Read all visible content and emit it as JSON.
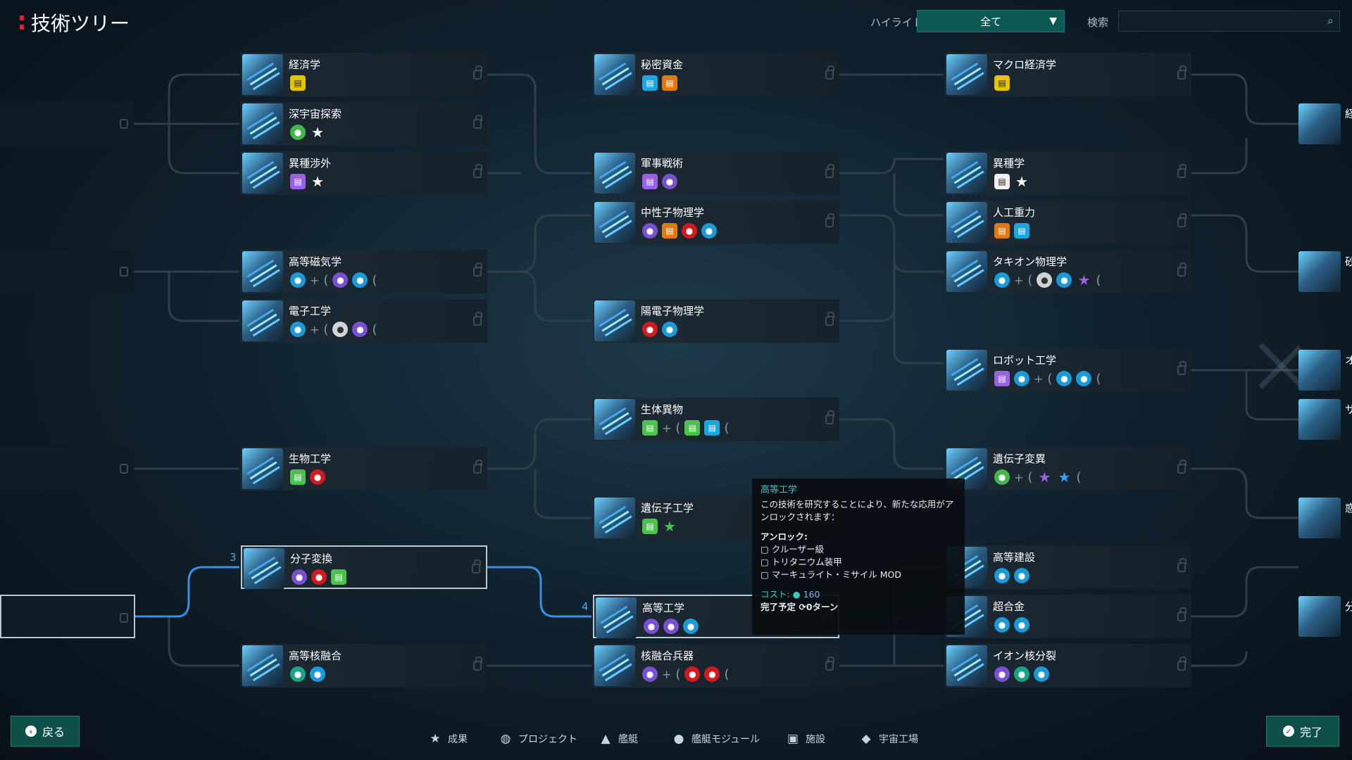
{
  "header": {
    "title": "技術ツリー",
    "highlight_label": "ハイライト",
    "highlight_value": "全て",
    "search_label": "検索",
    "search_value": ""
  },
  "nodes": [
    {
      "name": "経済学",
      "icons": [
        "sq-yellow"
      ],
      "tier": "",
      "selected": false
    },
    {
      "name": "深宇宙探索",
      "icons": [
        "c-green",
        "star"
      ],
      "tier": "",
      "selected": false
    },
    {
      "name": "異種渉外",
      "icons": [
        "sq-purple",
        "star"
      ],
      "tier": "",
      "selected": false
    },
    {
      "name": "高等磁気学",
      "icons": [
        "c-blue",
        "plus",
        "paren",
        "c-purple",
        "c-blue",
        "paren"
      ],
      "tier": "",
      "selected": false
    },
    {
      "name": "電子工学",
      "icons": [
        "c-blue",
        "plus",
        "paren",
        "c-white",
        "c-purple",
        "paren"
      ],
      "tier": "",
      "selected": false
    },
    {
      "name": "生物工学",
      "icons": [
        "sq-green",
        "c-red"
      ],
      "tier": "",
      "selected": false
    },
    {
      "name": "分子変換",
      "icons": [
        "c-purple",
        "c-red",
        "sq-green"
      ],
      "tier": "3",
      "selected": true
    },
    {
      "name": "高等核融合",
      "icons": [
        "c-teal",
        "c-blue"
      ],
      "tier": "",
      "selected": false
    },
    {
      "name": "秘密資金",
      "icons": [
        "sq-blue",
        "sq-orange"
      ],
      "tier": "",
      "selected": false
    },
    {
      "name": "軍事戦術",
      "icons": [
        "sq-purple",
        "c-purple"
      ],
      "tier": "",
      "selected": false
    },
    {
      "name": "中性子物理学",
      "icons": [
        "c-purple",
        "sq-orange",
        "c-red",
        "c-blue"
      ],
      "tier": "",
      "selected": false
    },
    {
      "name": "陽電子物理学",
      "icons": [
        "c-red",
        "c-blue"
      ],
      "tier": "",
      "selected": false
    },
    {
      "name": "生体異物",
      "icons": [
        "sq-green",
        "plus",
        "paren",
        "sq-green",
        "sq-blue",
        "paren"
      ],
      "tier": "",
      "selected": false
    },
    {
      "name": "遺伝子工学",
      "icons": [
        "sq-green",
        "star-green"
      ],
      "tier": "",
      "selected": false
    },
    {
      "name": "高等工学",
      "icons": [
        "c-purple",
        "c-purple",
        "c-blue"
      ],
      "tier": "4",
      "selected": true
    },
    {
      "name": "核融合兵器",
      "icons": [
        "c-purple",
        "plus",
        "paren",
        "c-red",
        "c-red",
        "paren"
      ],
      "tier": "",
      "selected": false
    },
    {
      "name": "マクロ経済学",
      "icons": [
        "sq-yellow"
      ],
      "tier": "",
      "selected": false
    },
    {
      "name": "異種学",
      "icons": [
        "sq-white",
        "star"
      ],
      "tier": "",
      "selected": false
    },
    {
      "name": "人工重力",
      "icons": [
        "sq-orange",
        "sq-blue"
      ],
      "tier": "",
      "selected": false
    },
    {
      "name": "タキオン物理学",
      "icons": [
        "c-blue",
        "plus",
        "paren",
        "c-white",
        "c-blue",
        "star-purple",
        "paren"
      ],
      "tier": "",
      "selected": false
    },
    {
      "name": "ロボット工学",
      "icons": [
        "sq-purple",
        "c-blue",
        "plus",
        "paren",
        "c-blue",
        "c-blue",
        "paren"
      ],
      "tier": "",
      "selected": false
    },
    {
      "name": "遺伝子変異",
      "icons": [
        "c-green",
        "plus",
        "paren",
        "star-purple",
        "star-blue",
        "paren"
      ],
      "tier": "",
      "selected": false
    },
    {
      "name": "高等建設",
      "icons": [
        "c-blue",
        "c-blue"
      ],
      "tier": "",
      "selected": false
    },
    {
      "name": "超合金",
      "icons": [
        "c-blue",
        "c-blue"
      ],
      "tier": "",
      "selected": false
    },
    {
      "name": "イオン核分裂",
      "icons": [
        "c-purple",
        "c-teal",
        "c-blue"
      ],
      "tier": "",
      "selected": false
    }
  ],
  "edge_nodes": [
    {
      "name": "経"
    },
    {
      "name": "砂"
    },
    {
      "name": "オ"
    },
    {
      "name": "サ"
    },
    {
      "name": "惑"
    },
    {
      "name": "分"
    }
  ],
  "tooltip": {
    "title": "高等工学",
    "description": "この技術を研究することにより、新たな応用がアンロックされます：",
    "unlock_heading": "アンロック:",
    "unlocks": [
      "クルーザー級",
      "トリタニウム装甲",
      "マーキュライト・ミサイル MOD"
    ],
    "cost_label": "コスト:",
    "cost_value": "160",
    "eta_label": "完了予定",
    "eta_value": "0ターン"
  },
  "legend": [
    {
      "label": "成果",
      "icon": "star-icon"
    },
    {
      "label": "プロジェクト",
      "icon": "globe-icon"
    },
    {
      "label": "艦艇",
      "icon": "ship-icon"
    },
    {
      "label": "艦艇モジュール",
      "icon": "module-icon"
    },
    {
      "label": "施設",
      "icon": "building-icon"
    },
    {
      "label": "宇宙工場",
      "icon": "shipyard-icon"
    }
  ],
  "buttons": {
    "back": "戻る",
    "done": "完了"
  },
  "colors": {
    "accent": "#0f4f4a",
    "selected_border": "#b9c8d2",
    "active_line": "#3a8fe0"
  }
}
